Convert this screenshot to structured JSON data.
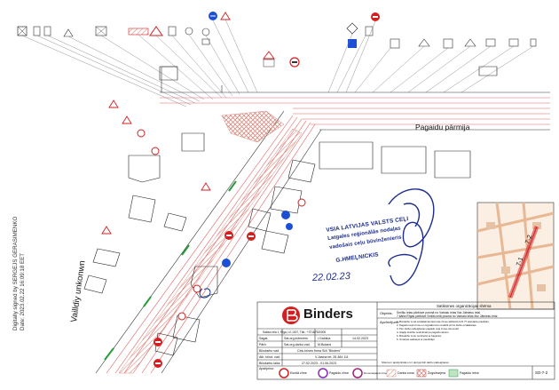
{
  "drawing": {
    "street_label": "Pagaidu pārmija",
    "side_label": "Vailldiy unkonwn"
  },
  "digital_signature": {
    "line1": "Digitally signed by SERGEJS GERASIMENKO",
    "line2": "Date: 2023.02.22 16:09:18 EET"
  },
  "stamp": {
    "line1": "VSIA LATVIJAS VALSTS CEĻI",
    "line2": "Latgales reģionālās nodaļas",
    "line3": "vadošais ceļu būvinženieris",
    "line4": "G.HMEĻNICKIS",
    "date": "22.02.23"
  },
  "title_block": {
    "company": "Binders",
    "address_line": "Saldus iela 1, Rīga, LV-1007, Tālr.: +37167520000",
    "rows": [
      {
        "label": "Sagat.",
        "value": "Sat.org.inženiers",
        "name": "I.Galdiņa",
        "date": "14.02.2023"
      },
      {
        "label": "Pārb.",
        "value": "Sat.org.darbu vad.",
        "name": "M.Butans",
        "date": ""
      },
      {
        "label": "Būvdarbu vad.",
        "value": "Ceļu būves firma SIA \"Binders\"",
        "name": "",
        "date": ""
      },
      {
        "label": "Atb. būvd. vad.",
        "value": "V.Jasiņa tel. 26 484 111",
        "name": "",
        "date": ""
      },
      {
        "label": "Būvdarbu laiks",
        "value": "27.02.2023 - 01.06.2023",
        "name": "",
        "date": ""
      }
    ],
    "approved_label": "Apstiprinu:",
    "scheme_title": "Satiksmes organizācijas shēma",
    "object_label": "Objekts:",
    "object_text": "Smilšu ielas pārbūve posmā no Varkaļu ielas līdz Jātnieku ielai.",
    "object_text2": "7.kārta Rīgas pārbūve Smilšu ielā posmā no Varkaļu ielas līdz Jātnieku ielai",
    "notes_label": "Apzīmējumi:",
    "notes": [
      "1. Būvdarbu zonā uzstādāmas tikai ceļa zīmes atbilstoši LVS 77 standarta prasībām.",
      "2. Pagaidu ceļa zīmes un signālierīces uzstādīt pirms darbu uzsākšanas.",
      "3. Pēc darbu pabeigšanas pagaidu ceļa zīmes demontēt.",
      "4. Gājēju kustību nodrošināt pa pagaidu ietvēm.",
      "5. Būvdarbu zonu norobežot ar barjerām.",
      "6. Izmaiņas saskaņot ar pasūtītāju."
    ],
    "sheet_code": "SO-7-2",
    "footer": "Shēma ir apstiprināta un ir derīga līdz darbu pabeigšanai"
  },
  "legend": [
    {
      "label": "Esošā zīme",
      "color": "#d22020"
    },
    {
      "label": "Pagaidu zīme",
      "color": "#8a2bbf"
    },
    {
      "label": "Demontējamā zīme",
      "color": "#a0207a"
    },
    {
      "label": "Darba zona",
      "color": "#d98a80"
    },
    {
      "label": "Žogs/barjera",
      "color": "#c05050"
    },
    {
      "label": "Pagaidu ietve",
      "color": "#2a9a3a"
    }
  ],
  "colors": {
    "road_line": "#e06060",
    "building_line": "#222222",
    "work_zone": "#d98a80",
    "stamp_ink": "#1c2d8a",
    "sign_red": "#d22020",
    "sign_blue": "#1a4fd6",
    "green": "#2a9a3a",
    "map_highlight": "#f5d9c0"
  }
}
